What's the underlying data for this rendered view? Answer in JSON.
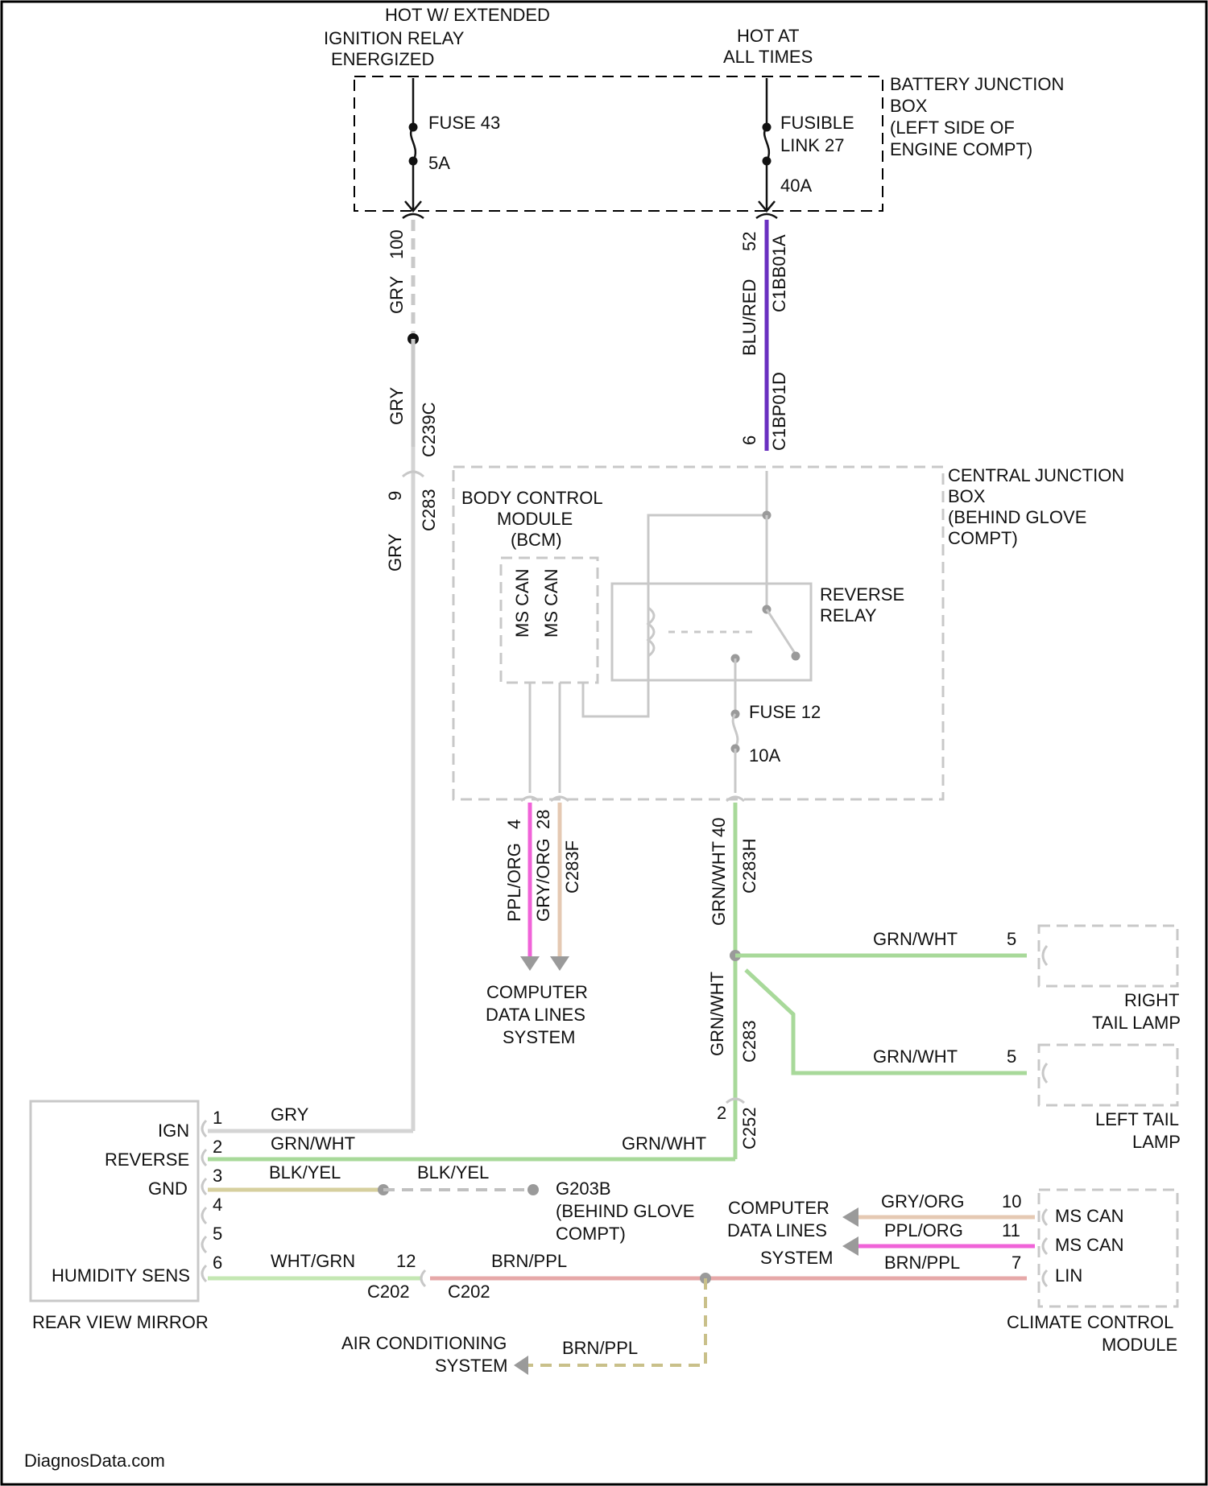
{
  "top": {
    "source_left": [
      "HOT W/ EXTENDED",
      "IGNITION RELAY",
      "ENERGIZED"
    ],
    "source_right": [
      "HOT AT",
      "ALL TIMES"
    ],
    "bjb": [
      "BATTERY JUNCTION",
      "BOX",
      "(LEFT SIDE OF",
      "ENGINE COMPT)"
    ],
    "fuse43": {
      "name": "FUSE 43",
      "rating": "5A"
    },
    "link27": {
      "name": [
        "FUSIBLE",
        "LINK 27"
      ],
      "rating": "40A"
    }
  },
  "wires_top": {
    "left_pin": "100",
    "left_color_1": "GRY",
    "left_color_2": "GRY",
    "left_conn": "C239C",
    "right_pin": "52",
    "right_conn_1": "C1BB01A",
    "right_color": "BLU/RED",
    "right_conn_2": "C1BP01D",
    "right_pin_2": "6"
  },
  "cjb": {
    "label": [
      "CENTRAL JUNCTION",
      "BOX",
      "(BEHIND GLOVE",
      "COMPT)"
    ],
    "bcm": [
      "BODY CONTROL",
      "MODULE",
      "(BCM)"
    ],
    "ms_can_a": "MS CAN",
    "ms_can_b": "MS CAN",
    "relay": [
      "REVERSE",
      "RELAY"
    ],
    "fuse12": {
      "name": "FUSE 12",
      "rating": "10A"
    }
  },
  "below_cjb": {
    "left_pin": "9",
    "left_color": "GRY",
    "left_conn": "C283",
    "pin_a": "4",
    "color_a": "PPL/ORG",
    "pin_b": "28",
    "color_b": "GRY/ORG",
    "conn_b": "C283F",
    "pin_c": "40",
    "color_c": "GRN/WHT",
    "conn_c": "C283H",
    "data_dest": [
      "COMPUTER",
      "DATA LINES",
      "SYSTEM"
    ]
  },
  "tail": {
    "wire_1": "GRN/WHT",
    "pin_1": "5",
    "right": [
      "RIGHT",
      "TAIL LAMP"
    ],
    "wire_2": "GRN/WHT",
    "pin_2": "5",
    "left": [
      "LEFT TAIL",
      "LAMP"
    ],
    "vert_color": "GRN/WHT",
    "vert_conn": "C283",
    "c2_pin": "2",
    "c2_conn": "C252"
  },
  "mirror": {
    "pins": [
      "IGN",
      "REVERSE",
      "GND",
      "HUMIDITY SENS"
    ],
    "pin_nums": [
      "1",
      "2",
      "3",
      "4",
      "5",
      "6"
    ],
    "label": "REAR VIEW MIRROR",
    "w_ign": "GRY",
    "w_rev": "GRN/WHT",
    "w_rev2": "GRN/WHT",
    "w_gnd": "BLK/YEL",
    "w_gnd2": "BLK/YEL",
    "ground": [
      "G203B",
      "(BEHIND GLOVE",
      "COMPT)"
    ],
    "w_hum": "WHT/GRN",
    "c_pin": "12",
    "c_conn_a": "C202",
    "c_conn_b": "C202",
    "w_brn": "BRN/PPL"
  },
  "climate": {
    "data": [
      "COMPUTER",
      "DATA LINES",
      "SYSTEM"
    ],
    "w1": "GRY/ORG",
    "p1": "10",
    "w2": "PPL/ORG",
    "p2": "11",
    "w3": "BRN/PPL",
    "p3": "7",
    "pins": [
      "MS CAN",
      "MS CAN",
      "LIN"
    ],
    "label": [
      "CLIMATE CONTROL",
      "MODULE"
    ]
  },
  "ac": {
    "label": [
      "AIR CONDITIONING",
      "SYSTEM"
    ],
    "wire": "BRN/PPL"
  },
  "footer": "DiagnosData.com"
}
